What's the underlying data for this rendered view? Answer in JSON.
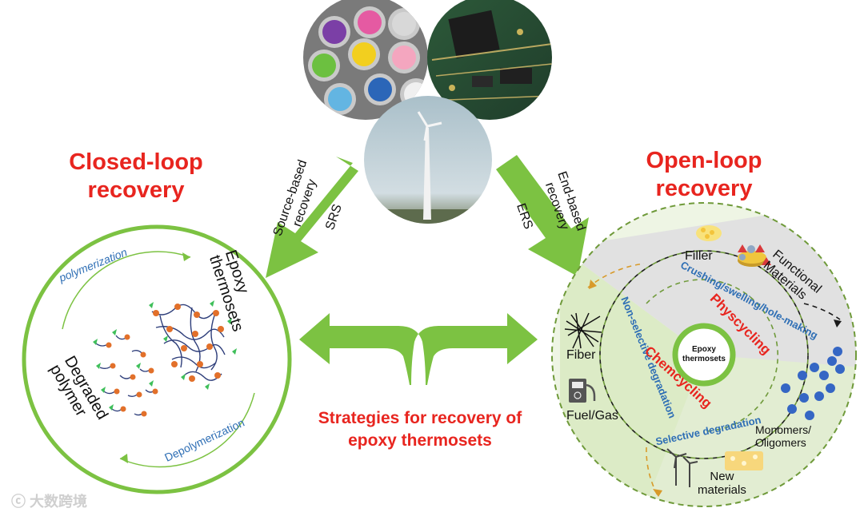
{
  "titles": {
    "closed_loop": "Closed-loop recovery",
    "closed_line1": "Closed-loop",
    "closed_line2": "recovery",
    "open_line1": "Open-loop",
    "open_line2": "recovery",
    "strategies_line1": "Strategies for recovery of",
    "strategies_line2": "epoxy thermosets"
  },
  "arrows": {
    "srs_label_1": "Source-based",
    "srs_label_2": "recovery",
    "srs_abbr": "SRS",
    "ers_label_1": "End-based",
    "ers_label_2": "recovery",
    "ers_abbr": "ERS"
  },
  "closed_circle": {
    "polymerization": "polymerization",
    "depolymerization": "Depolymerization",
    "epoxy_1": "Epoxy",
    "epoxy_2": "thermosets",
    "degraded_1": "Degraded",
    "degraded_2": "polymer"
  },
  "open_circle": {
    "filler": "Filler",
    "functional_1": "Functional",
    "functional_2": "Materials",
    "fiber": "Fiber",
    "fuel": "Fuel/Gas",
    "monomers_1": "Monomers/",
    "monomers_2": "Oligomers",
    "new_1": "New",
    "new_2": "materials",
    "crushing": "Crushing/swelling/hole-making",
    "nonselective": "Non-selective degradation",
    "selective": "Selective degradation",
    "physcycling": "Physcycling",
    "chemcycling": "Chemcycling",
    "center_1": "Epoxy",
    "center_2": "thermosets"
  },
  "watermark": "大数跨境",
  "colors": {
    "green": "#7cc242",
    "red": "#e8251f",
    "blue": "#2f6fb5",
    "dash_green": "#6f9a3a"
  }
}
